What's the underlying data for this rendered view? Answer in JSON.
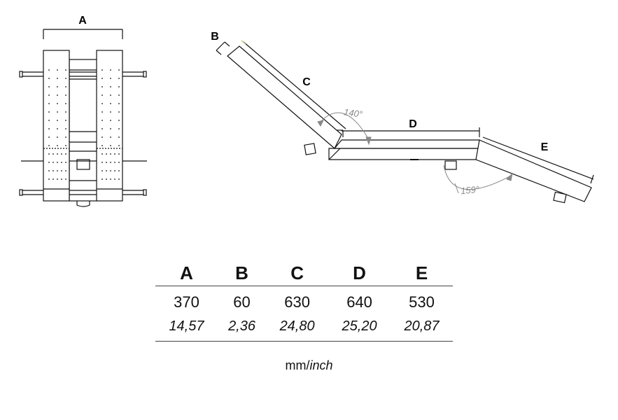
{
  "drawing": {
    "labels": {
      "a": "A",
      "b": "B",
      "c": "C",
      "d": "D",
      "e": "E"
    },
    "angles": {
      "upper": "140°",
      "lower": "159°"
    }
  },
  "table": {
    "headers": [
      "A",
      "B",
      "C",
      "D",
      "E"
    ],
    "mm": [
      "370",
      "60",
      "630",
      "640",
      "530"
    ],
    "inch": [
      "14,57",
      "2,36",
      "24,80",
      "25,20",
      "20,87"
    ]
  },
  "units": {
    "mm": "mm/",
    "inch": "inch"
  },
  "colors": {
    "line": "#111111",
    "angle": "#888888",
    "accent": "#b5c26a"
  }
}
